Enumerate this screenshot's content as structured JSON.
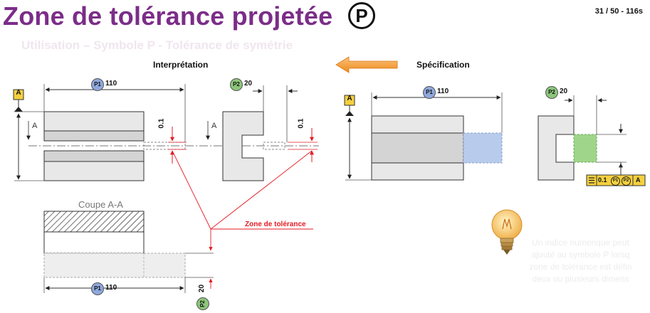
{
  "slide": {
    "title": "Zone de tolérance projetée",
    "symbol": "P",
    "counter": "31 / 50 - 116s",
    "subtitle": "Utilisation – Symbole P - Tolérance de symétrie"
  },
  "interpretation": {
    "heading": "Interprétation",
    "datum": "A",
    "section_label": "A",
    "p1_tag": "P1",
    "p1_value": "110",
    "p2_tag": "P2",
    "p2_value": "20",
    "tol_value": "0.1",
    "tolerance_zone_label": "Zone de tolérance",
    "cut_label": "Coupe A-A"
  },
  "specification": {
    "heading": "Spécification",
    "datum": "A",
    "p1_tag": "P1",
    "p1_value": "110",
    "p2_tag": "P2",
    "p2_value": "20",
    "frame": {
      "value": "0.1",
      "p1": "P1",
      "p2": "P2",
      "datum": "A"
    }
  },
  "tip": {
    "lines": [
      "Un indice numérique peut",
      "ajouté au symbole P lorsq",
      "zone de tolérance est défin",
      "deux ou plusieurs dimens"
    ]
  },
  "colors": {
    "title": "#7b2d88",
    "tolerance": "#e31b23",
    "p1_badge": "#8fa8dd",
    "p2_badge": "#8cc67a",
    "datum_box": "#f4d03f",
    "projected_blue": "#b9cbec",
    "projected_green": "#9fd58a",
    "arrow": "#f39c32"
  }
}
